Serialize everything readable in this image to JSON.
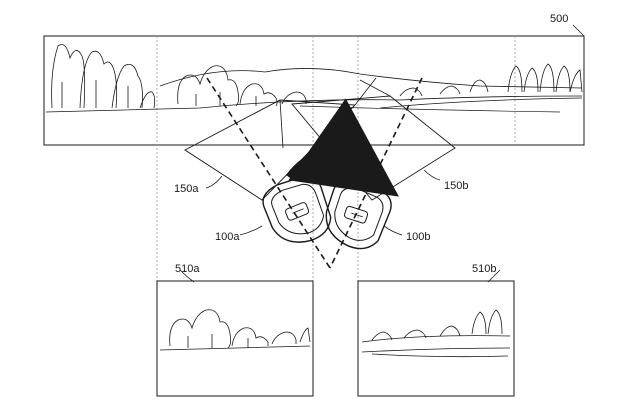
{
  "figure": {
    "labels": {
      "panorama": "500",
      "fov_left": "150a",
      "fov_right": "150b",
      "device_left": "100a",
      "device_right": "100b",
      "view_left": "510a",
      "view_right": "510b"
    }
  }
}
